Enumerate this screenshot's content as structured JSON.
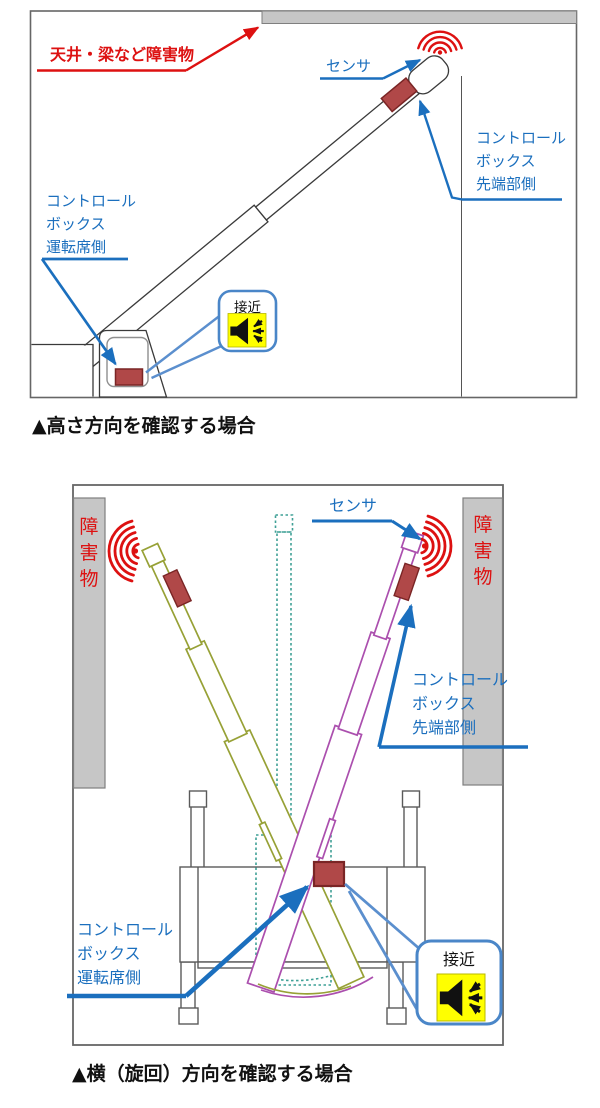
{
  "colors": {
    "label_blue": "#1b6fbe",
    "callout_blue": "#4a86c8",
    "alert_red": "#dd1111",
    "control_box_red": "#b04848",
    "obstacle_gray": "#c6c6c6",
    "boom_olive": "#97a136",
    "boom_purple": "#ab4fae",
    "boom_teal": "#3fa096",
    "speaker_yellow": "#ffff00"
  },
  "icons": {
    "sensor_waves": "radio-wave-arcs",
    "approach_speaker": "speaker-with-approach-arrows"
  },
  "diagram1": {
    "caption": "▲高さ方向を確認する場合",
    "labels": {
      "ceiling_obstacle": "天井・梁など障害物",
      "sensor": "センサ",
      "control_box_tip": [
        "コントロール",
        "ボックス",
        "先端部側"
      ],
      "control_box_driver": [
        "コントロール",
        "ボックス",
        "運転席側"
      ],
      "approach": "接近"
    }
  },
  "diagram2": {
    "caption": "▲横（旋回）方向を確認する場合",
    "labels": {
      "sensor": "センサ",
      "obstacle_left": [
        "障",
        "害",
        "物"
      ],
      "obstacle_right": [
        "障",
        "害",
        "物"
      ],
      "control_box_tip": [
        "コントロール",
        "ボックス",
        "先端部側"
      ],
      "control_box_driver": [
        "コントロール",
        "ボックス",
        "運転席側"
      ],
      "approach": "接近"
    }
  }
}
